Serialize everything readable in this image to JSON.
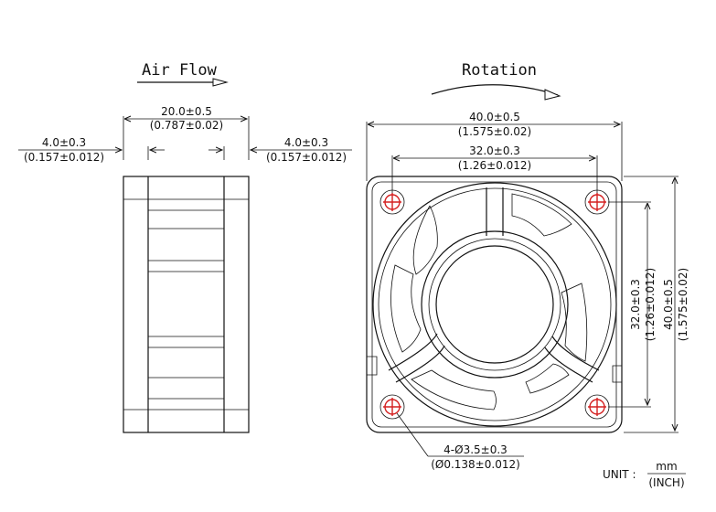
{
  "side_view": {
    "airflow_label": "Air Flow",
    "depth_mm": "20.0±0.5",
    "depth_in": "(0.787±0.02)",
    "flange_left_mm": "4.0±0.3",
    "flange_left_in": "(0.157±0.012)",
    "flange_right_mm": "4.0±0.3",
    "flange_right_in": "(0.157±0.012)"
  },
  "front_view": {
    "rotation_label": "Rotation",
    "width_mm": "40.0±0.5",
    "width_in": "(1.575±0.02)",
    "hole_spacing_mm": "32.0±0.3",
    "hole_spacing_in": "(1.26±0.012)",
    "v_hole_spacing_mm": "32.0±0.3",
    "v_hole_spacing_in": "(1.26±0.012)",
    "height_mm": "40.0±0.5",
    "height_in": "(1.575±0.02)",
    "hole_dia_mm": "4-Ø3.5±0.3",
    "hole_dia_in": "(Ø0.138±0.012)"
  },
  "units": {
    "label": "UNIT :",
    "top": "mm",
    "bottom": "(INCH)"
  },
  "colors": {
    "line": "#111111",
    "hole_mark": "#d42020"
  }
}
